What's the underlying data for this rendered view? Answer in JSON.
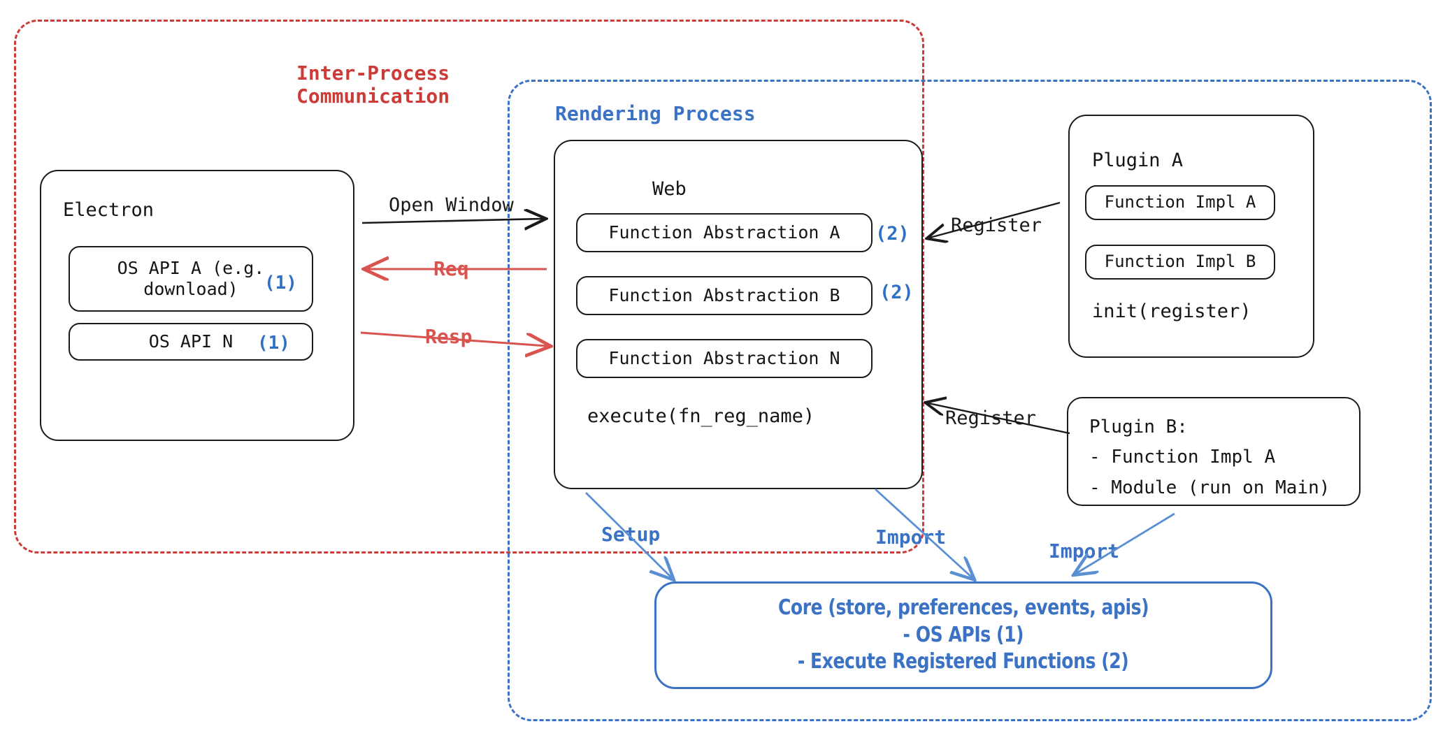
{
  "diagram": {
    "title": "Electron plugin architecture diagram",
    "colors": {
      "red": "#cc3b37",
      "blue": "#3b72c4",
      "arrow_red": "#d9534f",
      "ink": "#1a1a1a"
    }
  },
  "containers": {
    "ipc": {
      "label": "Inter-Process\nCommunication"
    },
    "rendering": {
      "label": "Rendering Process"
    }
  },
  "electron": {
    "title": "Electron",
    "items": [
      {
        "text": "OS API A (e.g.\ndownload)",
        "badge": "(1)"
      },
      {
        "text": "OS API N",
        "badge": "(1)"
      }
    ]
  },
  "web": {
    "title": "Web",
    "items": [
      {
        "text": "Function Abstraction A",
        "badge": "(2)"
      },
      {
        "text": "Function Abstraction B",
        "badge": "(2)"
      },
      {
        "text": "Function Abstraction N",
        "badge": ""
      }
    ],
    "footer": "execute(fn_reg_name)"
  },
  "plugin_a": {
    "title": "Plugin A",
    "items": [
      {
        "text": "Function Impl A"
      },
      {
        "text": "Function Impl B"
      }
    ],
    "footer": "init(register)"
  },
  "plugin_b": {
    "lines": [
      "Plugin B:",
      "- Function Impl A",
      "- Module (run on Main)"
    ]
  },
  "core": {
    "lines": [
      "Core (store, preferences, events, apis)",
      "- OS APIs (1)",
      "- Execute Registered Functions (2)"
    ]
  },
  "arrows": {
    "open_window": "Open Window",
    "req": "Req",
    "resp": "Resp",
    "register_a": "Register",
    "register_b": "Register",
    "setup": "Setup",
    "import_web": "Import",
    "import_plugin_b": "Import"
  }
}
